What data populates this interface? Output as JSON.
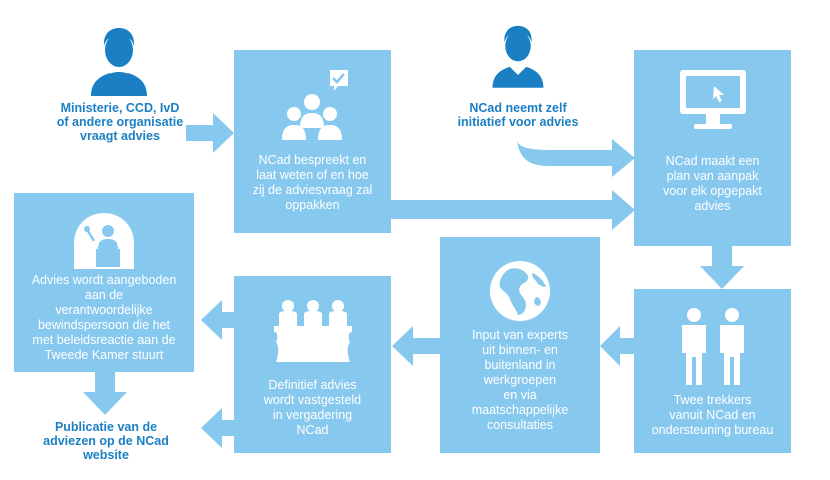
{
  "colors": {
    "box": "#87c8ef",
    "arrow": "#87c8ef",
    "person": "#1b7fc4",
    "label": "#1b7fc4",
    "box_text": "#ffffff"
  },
  "persons": [
    {
      "icon": "person-icon",
      "label_lines": [
        "Ministerie, CCD, IvD",
        "of andere organisatie",
        "vraagt advies"
      ]
    },
    {
      "icon": "person-icon",
      "label_lines": [
        "NCad neemt zelf",
        "initiatief voor advies"
      ]
    }
  ],
  "boxes": {
    "discuss": {
      "icon": "meeting-people-icon",
      "lines": [
        "NCad bespreekt en",
        "laat weten of en hoe",
        "zij de adviesvraag zal",
        "oppakken"
      ]
    },
    "plan": {
      "icon": "computer-monitor-icon",
      "lines": [
        "NCad maakt een",
        "plan van aanpak",
        "voor elk opgepakt",
        "advies"
      ]
    },
    "trekkers": {
      "icon": "two-people-icon",
      "lines": [
        "Twee   trekkers",
        "vanuit NCad   en",
        "ondersteuning bureau"
      ]
    },
    "input": {
      "icon": "globe-icon",
      "lines": [
        "Input van experts",
        "uit binnen- en",
        "buitenland in",
        "werkgroepen",
        "en via",
        "maatschappelijke",
        "consultaties"
      ]
    },
    "definitive": {
      "icon": "panel-table-icon",
      "lines": [
        "Definitief advies",
        "wordt vastgesteld",
        "in vergadering",
        "NCad"
      ]
    },
    "offered": {
      "icon": "speaker-podium-icon",
      "lines": [
        "Advies wordt aangeboden",
        "aan de",
        "verantwoordelijke",
        "bewindspersoon die het",
        "met beleidsreactie aan de",
        "Tweede Kamer stuurt"
      ]
    }
  },
  "publication": {
    "lines": [
      "Publicatie van de",
      "adviezen op de NCad",
      "website"
    ]
  }
}
